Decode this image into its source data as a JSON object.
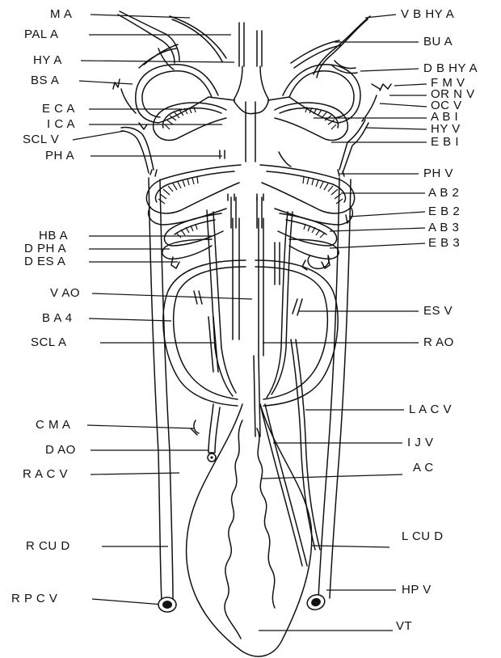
{
  "diagram": {
    "labels_left": [
      {
        "key": "ma",
        "text": "M A"
      },
      {
        "key": "pala",
        "text": "PAL A"
      },
      {
        "key": "hya",
        "text": "HY A"
      },
      {
        "key": "bsa",
        "text": "BS A"
      },
      {
        "key": "eca",
        "text": "E C A"
      },
      {
        "key": "ica",
        "text": "I C A"
      },
      {
        "key": "sclv",
        "text": "SCL V"
      },
      {
        "key": "pha",
        "text": "PH A"
      },
      {
        "key": "hba",
        "text": "HB A"
      },
      {
        "key": "dpha",
        "text": "D PH A"
      },
      {
        "key": "desa",
        "text": "D ES A"
      },
      {
        "key": "vao",
        "text": "V AO"
      },
      {
        "key": "ba4",
        "text": "B A 4"
      },
      {
        "key": "scla",
        "text": "SCL A"
      },
      {
        "key": "cma",
        "text": "C M A"
      },
      {
        "key": "dao",
        "text": "D AO"
      },
      {
        "key": "racv",
        "text": "R A C V"
      },
      {
        "key": "rcud",
        "text": "R CU D"
      },
      {
        "key": "rpcv",
        "text": "R P C V"
      }
    ],
    "labels_right": [
      {
        "key": "vbhya",
        "text": "V B HY A"
      },
      {
        "key": "bua",
        "text": "BU A"
      },
      {
        "key": "dbhya",
        "text": "D B HY A"
      },
      {
        "key": "fmv",
        "text": "F M V"
      },
      {
        "key": "ornv",
        "text": "OR N V"
      },
      {
        "key": "ocv",
        "text": "OC V"
      },
      {
        "key": "ab1",
        "text": "A B I"
      },
      {
        "key": "hyv",
        "text": "HY V"
      },
      {
        "key": "eb1",
        "text": "E B I"
      },
      {
        "key": "phv",
        "text": "PH V"
      },
      {
        "key": "ab2",
        "text": "A B 2"
      },
      {
        "key": "eb2",
        "text": "E B 2"
      },
      {
        "key": "ab3",
        "text": "A B 3"
      },
      {
        "key": "eb3",
        "text": "E B 3"
      },
      {
        "key": "esv",
        "text": "ES V"
      },
      {
        "key": "rao",
        "text": "R AO"
      },
      {
        "key": "lacv",
        "text": "L A C V"
      },
      {
        "key": "ijv",
        "text": "I J V"
      },
      {
        "key": "ac",
        "text": "A C"
      },
      {
        "key": "lcud",
        "text": "L CU D"
      },
      {
        "key": "hpv",
        "text": "HP V"
      },
      {
        "key": "vt",
        "text": "VT"
      }
    ]
  }
}
